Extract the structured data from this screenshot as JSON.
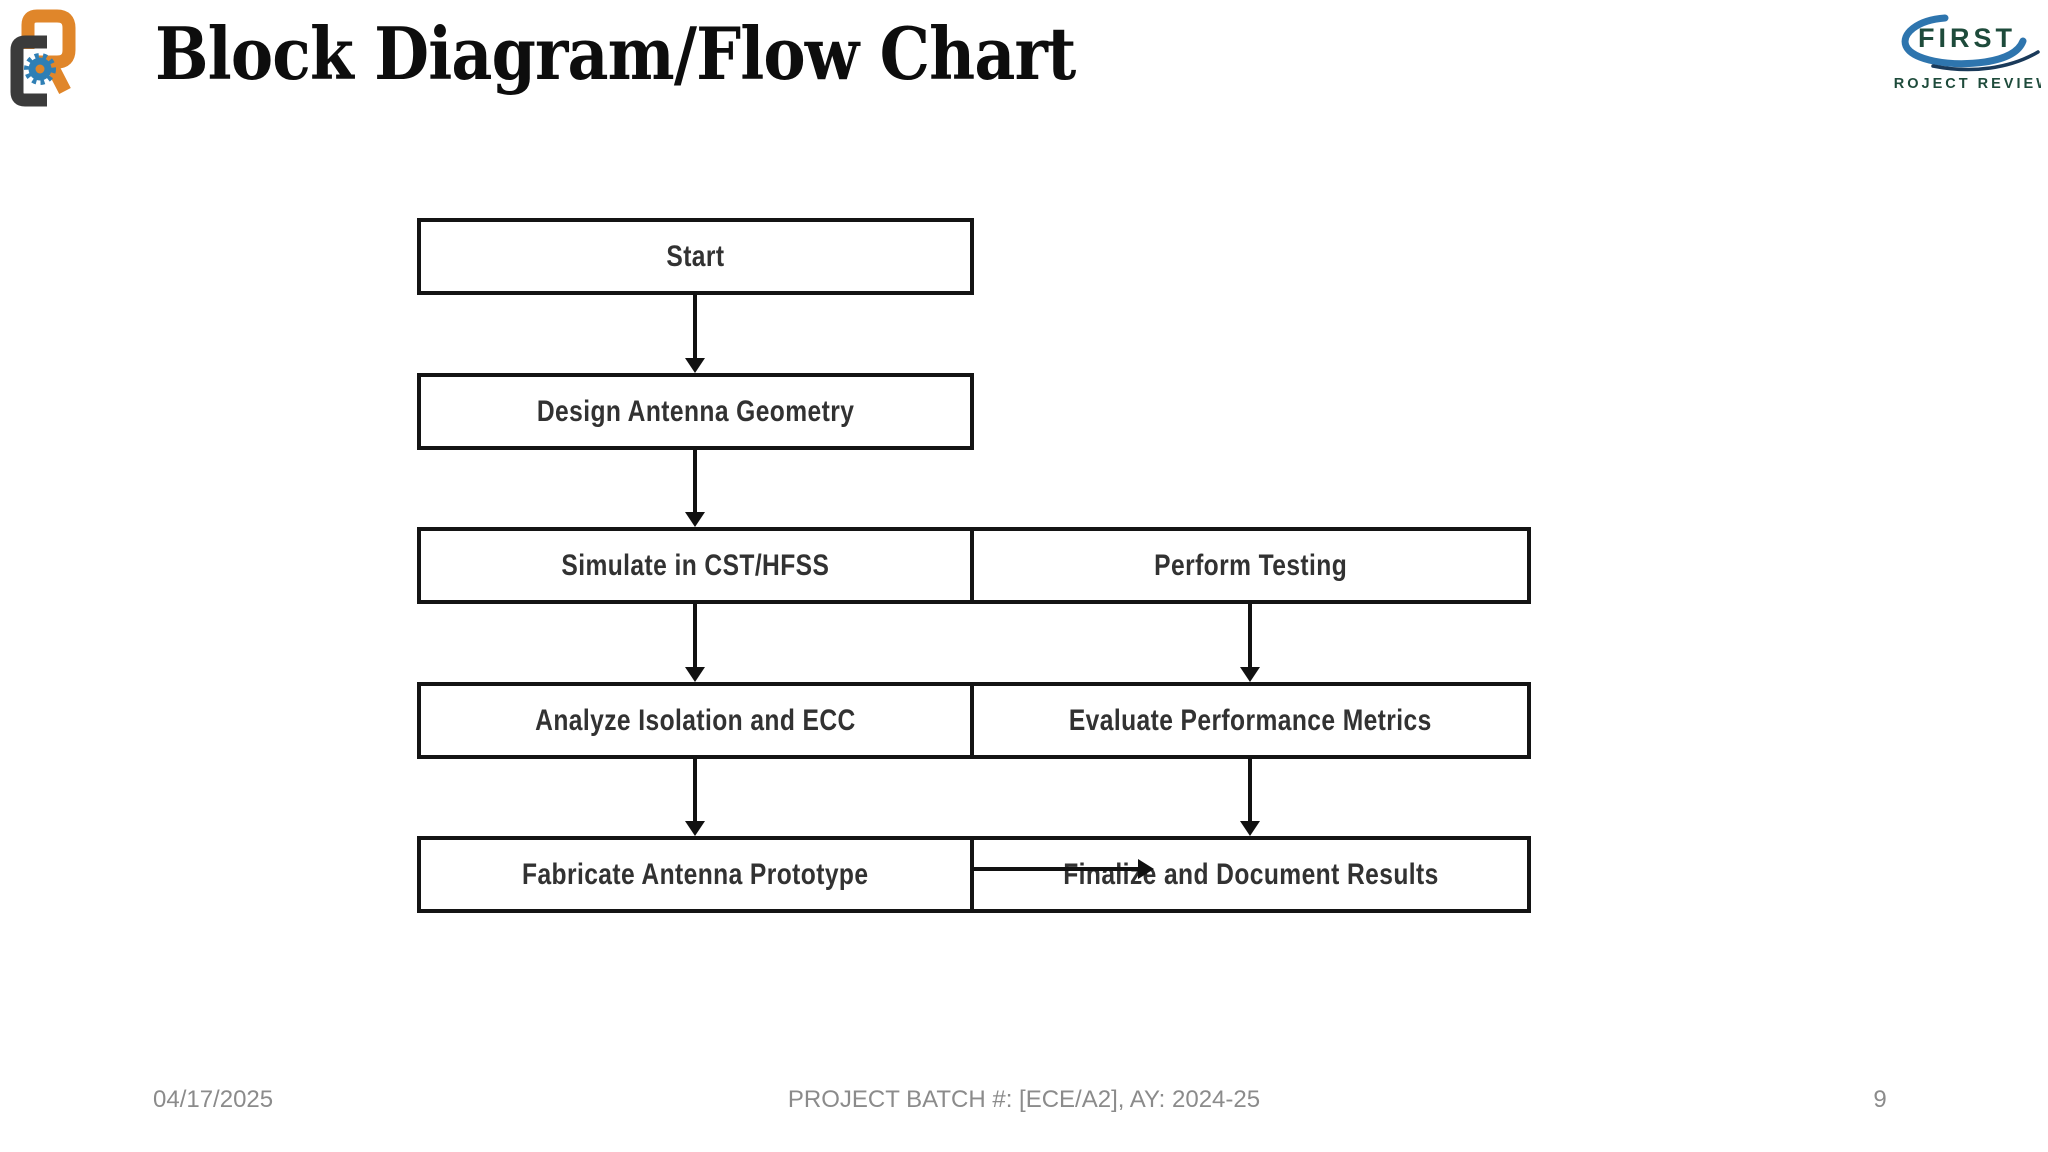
{
  "slide": {
    "title": "Block Diagram/Flow Chart"
  },
  "logos": {
    "left": {
      "letter": "R",
      "colors": {
        "orange": "#E0862A",
        "dark": "#3B3B3B",
        "gear_blue": "#2F7FB5"
      }
    },
    "right": {
      "line1": "FIRST",
      "line2": "PROJECT REVIEW",
      "colors": {
        "text_green": "#1E4B3B",
        "swoosh_blue": "#2E75AE",
        "swoosh_navy": "#1A3A5A"
      }
    }
  },
  "flowchart": {
    "boxes": {
      "start": "Start",
      "design": "Design Antenna Geometry",
      "simulate": "Simulate in CST/HFSS",
      "perform": "Perform Testing",
      "analyze": "Analyze Isolation and ECC",
      "evaluate": "Evaluate Performance Metrics",
      "fabricate": "Fabricate Antenna Prototype",
      "finalize": "Finalize and Document Results"
    },
    "edges": [
      {
        "from": "start",
        "to": "design",
        "type": "arrow-down"
      },
      {
        "from": "design",
        "to": "simulate",
        "type": "arrow-down"
      },
      {
        "from": "simulate",
        "to": "analyze",
        "type": "arrow-down"
      },
      {
        "from": "analyze",
        "to": "fabricate",
        "type": "arrow-down"
      },
      {
        "from": "perform",
        "to": "evaluate",
        "type": "arrow-down"
      },
      {
        "from": "evaluate",
        "to": "finalize",
        "type": "arrow-down"
      },
      {
        "from": "fabricate",
        "to": "finalize",
        "type": "arrow-right-through-label"
      }
    ],
    "style": {
      "box_border": "#141414",
      "box_fill": "#FFFFFF",
      "label_color": "#323232",
      "arrow_color": "#111111"
    }
  },
  "footer": {
    "date": "04/17/2025",
    "batch": "PROJECT BATCH #: [ECE/A2], AY: 2024-25",
    "page_number": "9",
    "text_color": "#8B8B8B"
  }
}
